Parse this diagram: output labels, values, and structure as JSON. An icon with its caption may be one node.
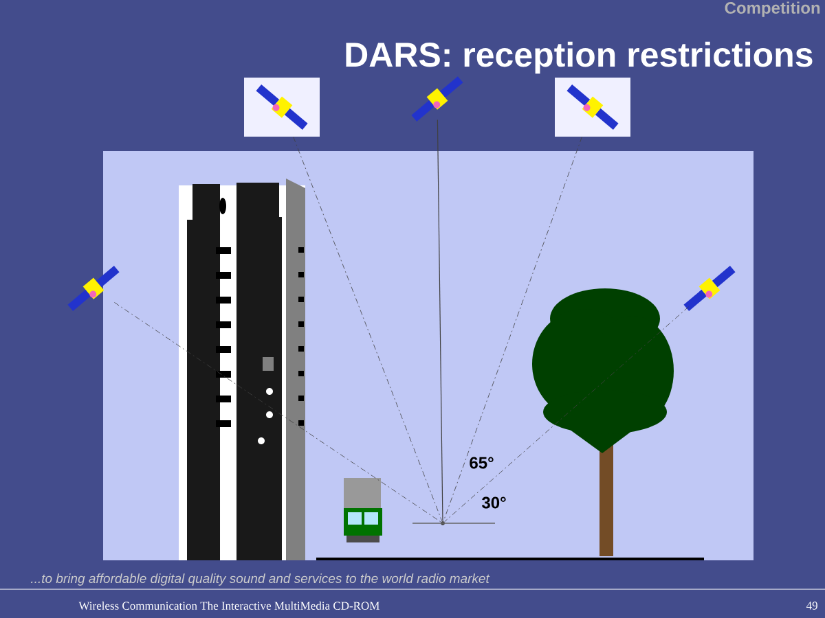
{
  "diagram": {
    "title": "DARS: reception restrictions",
    "nodes": [
      {
        "text": [],
        "shape": "picture"
      },
      {
        "text": [],
        "shape": "picture"
      },
      {
        "text": [],
        "shape": "picture"
      },
      {
        "text": [],
        "shape": "picture"
      },
      {
        "text": [],
        "shape": "picture"
      },
      {
        "text": [],
        "shape": "circle"
      }
    ],
    "edges": [
      {
        "from": 3,
        "to": 5,
        "arrow": "none",
        "style": "dashed"
      },
      {
        "from": 0,
        "to": 5,
        "arrow": "none",
        "style": "dashed"
      },
      {
        "from": 1,
        "to": 5,
        "arrow": "none"
      },
      {
        "from": 2,
        "to": 5,
        "arrow": "none",
        "style": "dashed"
      },
      {
        "from": 4,
        "to": 5,
        "arrow": "none",
        "style": "dashed"
      }
    ],
    "labels": [
      "Competition",
      "65°",
      "30°",
      "...to bring affordable digital quality sound and services to the world radio market",
      "Wireless Communication The Interactive MultiMedia CD-ROM",
      "49"
    ]
  }
}
